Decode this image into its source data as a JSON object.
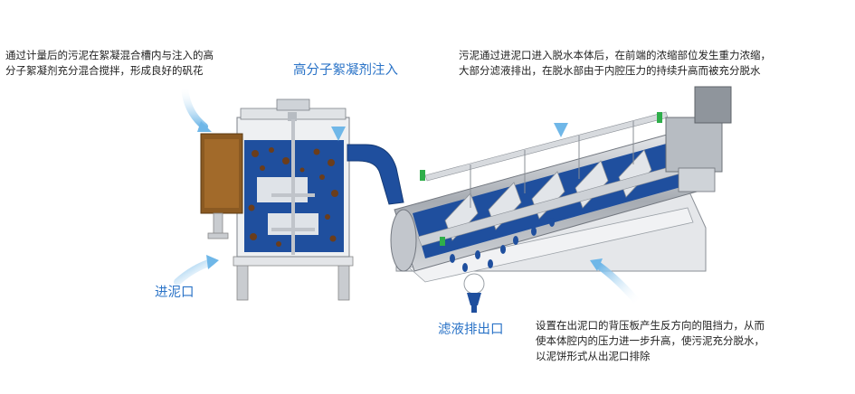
{
  "notes": {
    "mixing": {
      "line1": "通过计量后的污泥在絮凝混合槽内与注入的高",
      "line2": "分子絮凝剂充分混合搅拌，形成良好的矾花"
    },
    "thickening": {
      "line1": "污泥通过进泥口进入脱水本体后，在前端的浓缩部位发生重力浓缩，",
      "line2": "大部分滤液排出，在脱水部由于内腔压力的持续升高而被充分脱水"
    },
    "discharge": {
      "line1": "设置在出泥口的背压板产生反方向的阻挡力，从而",
      "line2": "使本体腔内的压力进一步升高，使污泥充分脱水，",
      "line3": "以泥饼形式从出泥口排除"
    }
  },
  "labels": {
    "polymer": "高分子絮凝剂注入",
    "sludge_inlet": "进泥口",
    "filtrate_outlet": "滤液排出口"
  },
  "colors": {
    "label_blue": "#2a73c7",
    "sludge_blue": "#1f4f9e",
    "arrow_blue": "#7ec0ea",
    "steel": "#a9aeb5",
    "frame": "#d9dce0",
    "brown": "#8b5a22"
  }
}
